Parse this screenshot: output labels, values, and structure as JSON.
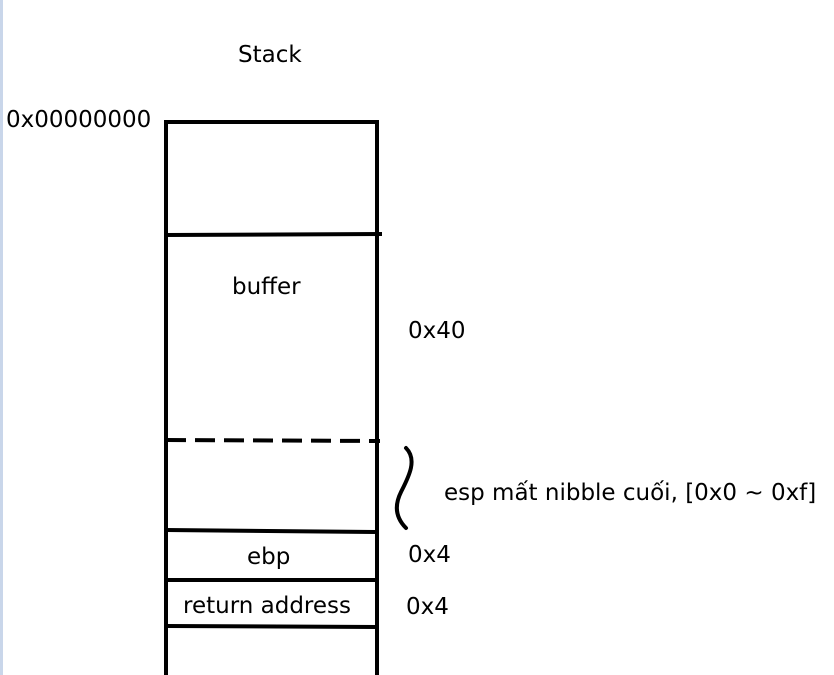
{
  "title": "Stack",
  "base_address": "0x00000000",
  "segments": {
    "buffer": {
      "label": "buffer",
      "size": "0x40"
    },
    "alignment_note": "esp mất nibble cuối, [0x0 ~ 0xf]",
    "ebp": {
      "label": "ebp",
      "size": "0x4"
    },
    "return_address": {
      "label": "return address",
      "size": "0x4"
    }
  },
  "colors": {
    "ink": "#000000",
    "background": "#ffffff",
    "edge": "#c9d6ea"
  }
}
